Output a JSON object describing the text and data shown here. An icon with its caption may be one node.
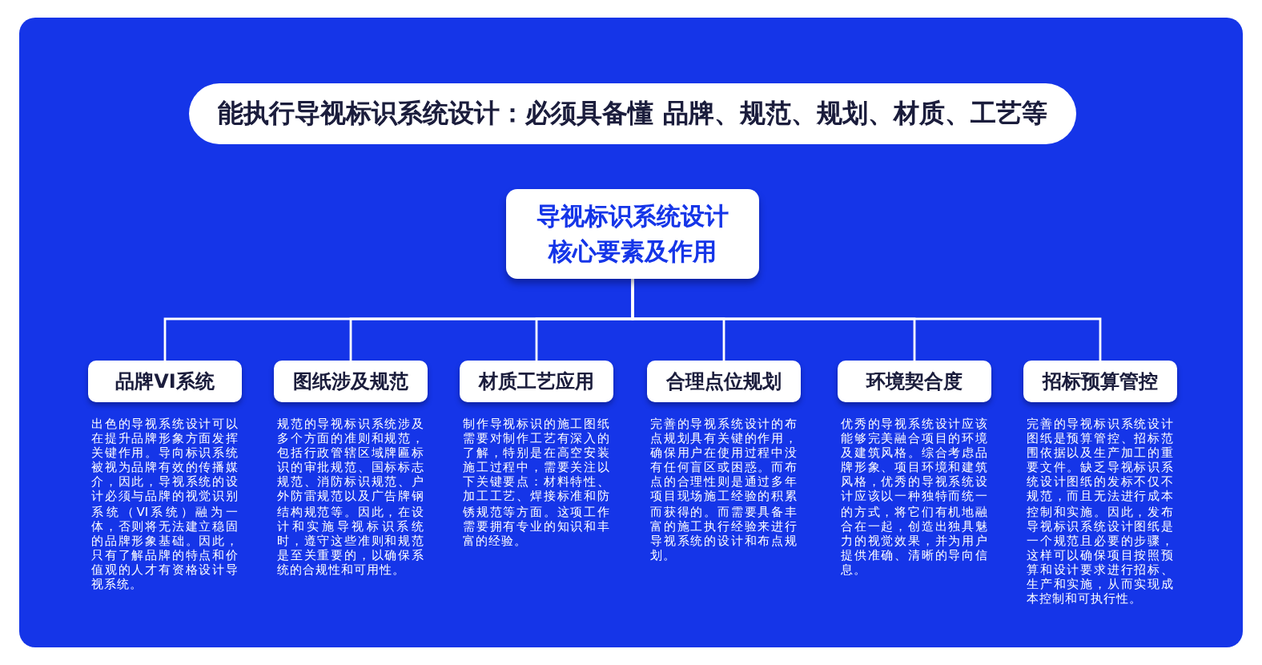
{
  "diagram": {
    "title": "能执行导视标识系统设计：必须具备懂 品牌、规范、规划、材质、工艺等",
    "nodes": [
      {
        "text": [
          "导视标识系统设计核心要素及作用"
        ]
      },
      {
        "text": [
          "品牌VI系统"
        ],
        "beside": [
          "出色的导视系统设计可以在提升品牌形象方面发挥关键作用。导向标识系统被视为品牌有效的传播媒介，因此，导视系统的设计必须与品牌的视觉识别系统（VI系统）融为一体，否则将无法建立稳固的品牌形象基础。因此，只有了解品牌的特点和价值观的人才有资格设计导视系统。"
        ]
      },
      {
        "text": [
          "图纸涉及规范"
        ],
        "beside": [
          "规范的导视标识系统涉及多个方面的准则和规范，包括行政管辖区域牌匾标识的审批规范、国标标志规范、消防标识规范、户外防雷规范以及广告牌钢结构规范等。因此，在设计和实施导视标识系统时，遵守这些准则和规范是至关重要的，以确保系统的合规性和可用性。"
        ]
      },
      {
        "text": [
          "材质工艺应用"
        ],
        "beside": [
          "制作导视标识的施工图纸需要对制作工艺有深入的了解，特别是在高空安装施工过程中，需要关注以下关键要点：材料特性、加工工艺、焊接标准和防锈规范等方面。这项工作需要拥有专业的知识和丰富的经验。"
        ]
      },
      {
        "text": [
          "合理点位规划"
        ],
        "beside": [
          "完善的导视系统设计的布点规划具有关键的作用，确保用户在使用过程中没有任何盲区或困惑。而布点的合理性则是通过多年项目现场施工经验的积累而获得的。而需要具备丰富的施工执行经验来进行导视系统的设计和布点规划。"
        ]
      },
      {
        "text": [
          "环境契合度"
        ],
        "beside": [
          "优秀的导视系统设计应该能够完美融合项目的环境及建筑风格。综合考虑品牌形象、项目环境和建筑风格，优秀的导视系统设计应该以一种独特而统一的方式，将它们有机地融合在一起，创造出独具魅力的视觉效果，并为用户提供准确、清晰的导向信息。"
        ]
      },
      {
        "text": [
          "招标预算管控"
        ],
        "beside": [
          "完善的导视标识系统设计图纸是预算管控、招标范围依据以及生产加工的重要文件。缺乏导视标识系统设计图纸的发标不仅不规范，而且无法进行成本控制和实施。因此，发布导视标识系统设计图纸是一个规范且必要的步骤，这样可以确保项目按照预算和设计要求进行招标、生产和实施，从而实现成本控制和可执行性。"
        ]
      }
    ],
    "edges": [
      {
        "from": 0,
        "to": 1,
        "arrow": "none"
      },
      {
        "from": 0,
        "to": 2,
        "arrow": "none"
      },
      {
        "from": 0,
        "to": 3,
        "arrow": "none"
      },
      {
        "from": 0,
        "to": 4,
        "arrow": "none"
      },
      {
        "from": 0,
        "to": 5,
        "arrow": "none"
      },
      {
        "from": 0,
        "to": 6,
        "arrow": "none"
      }
    ]
  }
}
